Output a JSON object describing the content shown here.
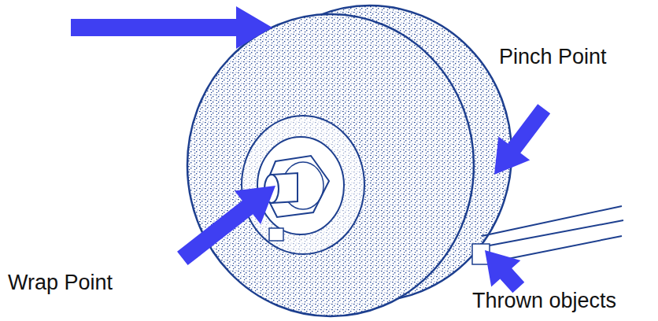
{
  "diagram": {
    "labels": [
      "Pinch Point",
      "Wrap Point",
      "Thrown objects"
    ]
  }
}
